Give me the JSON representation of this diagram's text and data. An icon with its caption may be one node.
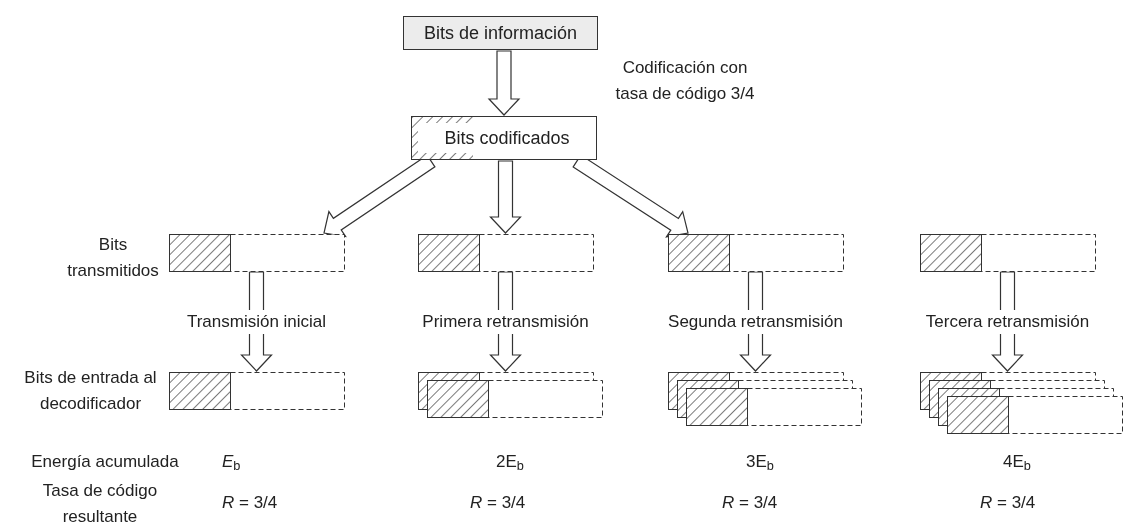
{
  "diagram": {
    "nodes": [
      {
        "text": [
          "Bits de información"
        ]
      },
      {
        "text": [
          "Bits codificados"
        ]
      },
      {
        "text": [],
        "shape": "bar"
      },
      {
        "text": [],
        "shape": "bar"
      },
      {
        "text": [],
        "shape": "bar"
      },
      {
        "text": [],
        "shape": "bar"
      },
      {
        "text": [],
        "shape": "bar"
      },
      {
        "text": [],
        "shape": "bar"
      },
      {
        "text": [],
        "shape": "bar"
      },
      {
        "text": [],
        "shape": "bar"
      }
    ],
    "edges": [
      {
        "from": 0,
        "to": 1,
        "arrow": "to"
      },
      {
        "from": 1,
        "to": 2,
        "arrow": "to"
      },
      {
        "from": 1,
        "to": 3,
        "arrow": "to"
      },
      {
        "from": 1,
        "to": 4,
        "arrow": "to"
      },
      {
        "from": 2,
        "to": 6,
        "arrow": "to",
        "label": "Transmisión inicial"
      },
      {
        "from": 3,
        "to": 7,
        "arrow": "to",
        "label": "Primera retransmisión"
      },
      {
        "from": 4,
        "to": 8,
        "arrow": "to",
        "label": "Segunda retransmisión"
      },
      {
        "from": 5,
        "to": 9,
        "arrow": "to",
        "label": "Tercera retransmisión"
      }
    ],
    "labels": [
      "Codificación con tasa de código 3/4",
      "Bits transmitidos",
      "Bits de entrada al decodificador",
      "Energía acumulada",
      "*E*$_{b}$",
      "2E$_{b}$",
      "3E$_{b}$",
      "4E$_{b}$",
      "Tasa de código resultante",
      "*R* = 3/4",
      "*R* = 3/4",
      "*R* = 3/4",
      "*R* = 3/4"
    ]
  }
}
